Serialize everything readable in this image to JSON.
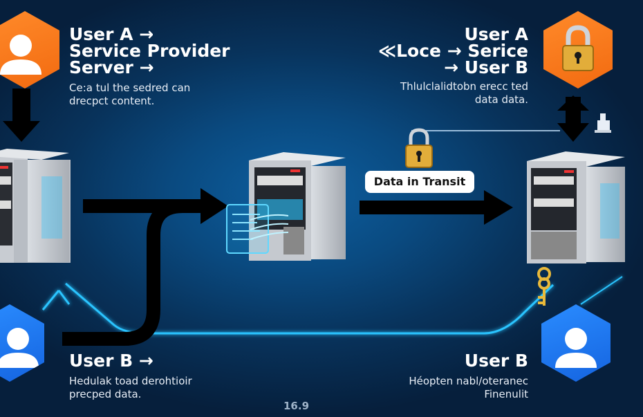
{
  "diagram": {
    "top_left": {
      "title": "User A →\nService Provider\nServer →",
      "description": "Ce:a tul the sedred can\ndrecpct content.",
      "icon": "user-icon",
      "color": "#f27a20"
    },
    "top_right": {
      "title": "User A\n≪Loce → Serice\n→ User B",
      "description": "Thlulclalidtobn erecc ted\ndata data.",
      "icon": "lock-icon",
      "color": "#f27a20"
    },
    "bottom_left": {
      "title": "User B →",
      "description": "Hedulak toad derohtioir\nprecped data.",
      "icon": "user-icon",
      "color": "#1f78f0"
    },
    "bottom_right": {
      "title": "User B",
      "description": "Héopten nabl/oteranec\nFinenulit",
      "icon": "user-icon",
      "color": "#1f78f0"
    },
    "transit": {
      "label": "Data in Transit",
      "icon": "lock-icon"
    },
    "servers": [
      "left-server",
      "center-server",
      "right-server"
    ],
    "key_icon": "key-icon",
    "footer_label": "16.9",
    "accent_glow": "#29c4ff"
  }
}
